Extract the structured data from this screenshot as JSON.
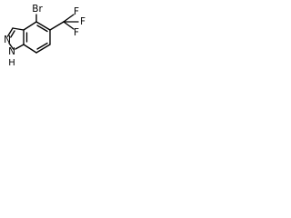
{
  "structure": {
    "atoms": {
      "bromine": "Br",
      "fluorine_1": "F",
      "fluorine_2": "F",
      "fluorine_3": "F",
      "nitrogen_ring": "N",
      "nitrogen_nh": "N",
      "hydrogen_nh": "H"
    },
    "colors": {
      "ink": "#000000",
      "background": "#ffffff"
    }
  }
}
